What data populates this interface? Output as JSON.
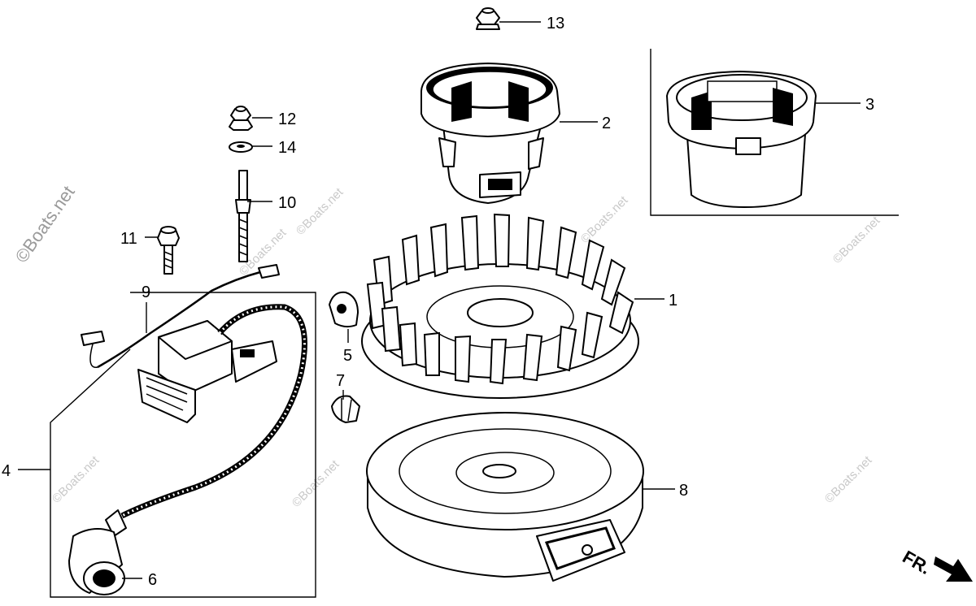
{
  "callouts": {
    "c1": "1",
    "c2": "2",
    "c3": "3",
    "c4": "4",
    "c5": "5",
    "c6": "6",
    "c7": "7",
    "c8": "8",
    "c9": "9",
    "c10": "10",
    "c11": "11",
    "c12": "12",
    "c13": "13",
    "c14": "14"
  },
  "direction_label": "FR.",
  "watermark": "©Boats.net"
}
